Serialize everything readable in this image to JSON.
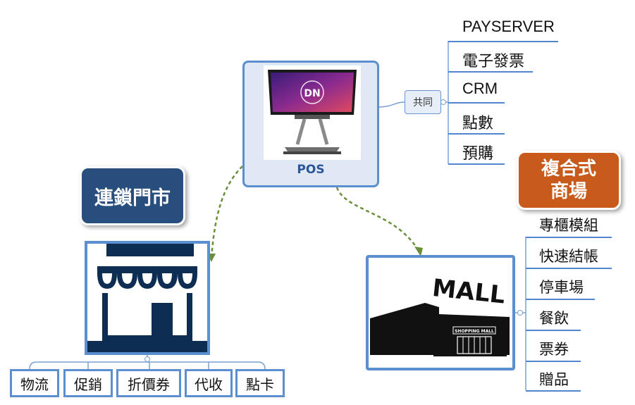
{
  "pos": {
    "label": "POS",
    "brand": "DN"
  },
  "shared_tag": "共同",
  "shared_features": [
    "PAYSERVER",
    "電子發票",
    "CRM",
    "點數",
    "預購"
  ],
  "chain_store": {
    "title": "連鎖門市",
    "features": [
      "物流",
      "促銷",
      "折價券",
      "代收",
      "點卡"
    ]
  },
  "complex_mall": {
    "title_line1": "複合式",
    "title_line2": "商場",
    "sign": "MALL",
    "sub_sign": "SHOPPING MALL",
    "features": [
      "專櫃模組",
      "快速結帳",
      "停車場",
      "餐飲",
      "票券",
      "贈品"
    ]
  },
  "colors": {
    "node_border": "#5b8fd0",
    "pos_fill": "#dfe8f4",
    "chain_title_bg": "#284e7d",
    "mall_title_bg": "#c85a1b",
    "connector": "#6b8e3a",
    "store_icon": "#0d2d52"
  }
}
